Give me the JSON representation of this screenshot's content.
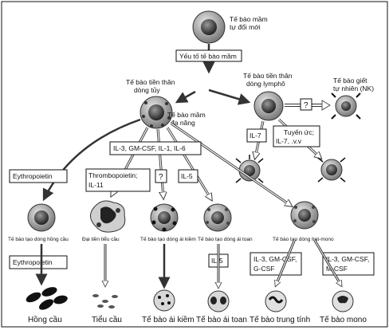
{
  "cells": {
    "stem": [
      "Tế bào mầm",
      "tự đổi mới"
    ],
    "myeloid": [
      "Tế bào tiền thân",
      "dòng tủy"
    ],
    "multipotent": [
      "Tế bào mầm",
      "đa năng"
    ],
    "lymphoid": [
      "Tế bào tiền thân",
      "dòng lymphô"
    ],
    "nk": [
      "Tế bào giết",
      "tự nhiên (NK)"
    ],
    "erythroid_prog": "Tế bào tạo dòng hồng cầu",
    "megakaryocyte": "Đại tiền tiểu cầu",
    "baso_prog": "Tế bào tạo dòng ái kiềm",
    "eos_prog": "Tế bào tạo dòng ái toan",
    "gm_prog": "Tế bào tạo dòng hạt-mono"
  },
  "factors": {
    "stem_factor": "Yếu tố tế bào mầm",
    "main_factors": "IL-3, GM-CSF, IL-1, IL-6",
    "q1": "?",
    "q2": "?",
    "il7": "IL-7",
    "thymus": [
      "Tuyến ức;",
      "IL-7, .v.v"
    ],
    "epo1": "Eythropoietin",
    "tpo": [
      "Thrombopoietin;",
      "IL-11"
    ],
    "il5a": "IL-5",
    "il5b": "IL-5",
    "epo2": "Eythropoietin",
    "gcsf": [
      "IL-3, GM-CSF,",
      "G-CSF"
    ],
    "mcsf": [
      "IL-3, GM-CSF,",
      "M-CSF"
    ]
  },
  "mature": {
    "rbc": "Hồng cầu",
    "platelet": "Tiểu cầu",
    "basophil": "Tế bào ái kiềm",
    "eosinophil": "Tế bào ái toan",
    "neutrophil": "Tế bào trung tính",
    "monocyte": "Tế bào mono"
  }
}
